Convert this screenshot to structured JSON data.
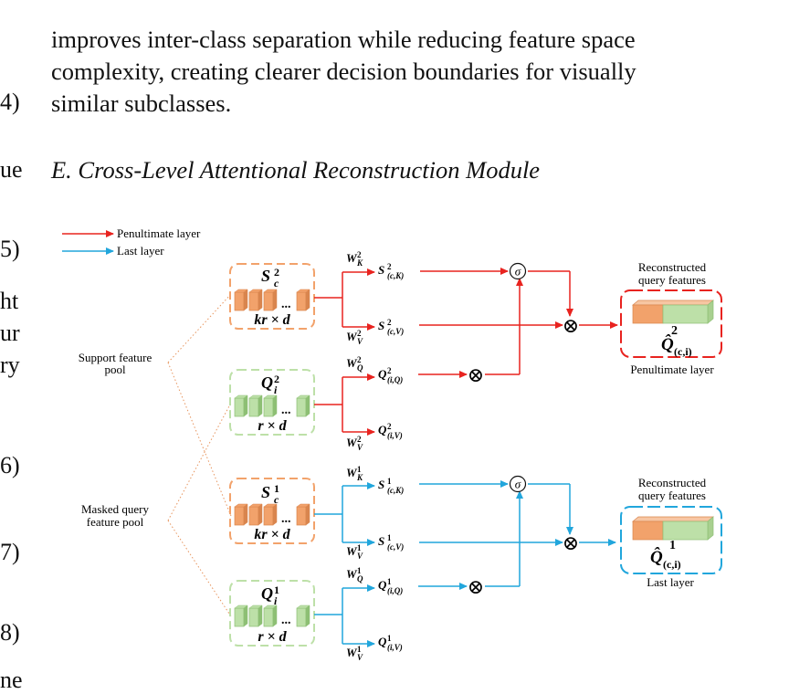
{
  "paragraph_lines": [
    "improves inter-class separation while reducing feature space",
    "complexity, creating clearer decision boundaries for visually",
    "similar subclasses."
  ],
  "section_heading": "E. Cross-Level Attentional Reconstruction Module",
  "left_column_fragments": [
    "4)",
    "ue",
    "5)",
    "ht",
    "ur",
    "ry",
    "6)",
    "7)",
    "8)",
    "ne"
  ],
  "figure": {
    "legend": {
      "penultimate": "Penultimate layer",
      "last": "Last layer"
    },
    "left_labels": {
      "support_pool": [
        "Support feature",
        "pool"
      ],
      "masked_pool": [
        "Masked query",
        "feature pool"
      ]
    },
    "boxes": {
      "sc2": {
        "sym": "S",
        "sub": "c",
        "sup": "2",
        "dim": "kr × d"
      },
      "qi2": {
        "sym": "Q",
        "sub": "i",
        "sup": "2",
        "dim": "r × d"
      },
      "sc1": {
        "sym": "S",
        "sub": "c",
        "sup": "1",
        "dim": "kr × d"
      },
      "qi1": {
        "sym": "Q",
        "sub": "i",
        "sup": "1",
        "dim": "r × d"
      }
    },
    "weights": {
      "wk2": {
        "sym": "W",
        "sub": "K",
        "sup": "2"
      },
      "wv2a": {
        "sym": "W",
        "sub": "V",
        "sup": "2"
      },
      "wq2": {
        "sym": "W",
        "sub": "Q",
        "sup": "2"
      },
      "wv2b": {
        "sym": "W",
        "sub": "V",
        "sup": "2"
      },
      "wk1": {
        "sym": "W",
        "sub": "K",
        "sup": "1"
      },
      "wv1a": {
        "sym": "W",
        "sub": "V",
        "sup": "1"
      },
      "wq1": {
        "sym": "W",
        "sub": "Q",
        "sup": "1"
      },
      "wv1b": {
        "sym": "W",
        "sub": "V",
        "sup": "1"
      }
    },
    "outputs": {
      "sck2": {
        "sym": "S",
        "sup": "2",
        "sub": "(c,K)"
      },
      "scv2": {
        "sym": "S",
        "sup": "2",
        "sub": "(c,V)"
      },
      "qiq2": {
        "sym": "Q",
        "sup": "2",
        "sub": "(i,Q)"
      },
      "qiv2": {
        "sym": "Q",
        "sup": "2",
        "sub": "(i,V)"
      },
      "sck1": {
        "sym": "S",
        "sup": "1",
        "sub": "(c,K)"
      },
      "scv1": {
        "sym": "S",
        "sup": "1",
        "sub": "(c,V)"
      },
      "qiq1": {
        "sym": "Q",
        "sup": "1",
        "sub": "(i,Q)"
      },
      "qiv1": {
        "sym": "Q",
        "sup": "1",
        "sub": "(i,V)"
      }
    },
    "operators": {
      "sigma": "σ",
      "times": "⊗",
      "ellipsis": "..."
    },
    "reconstructed": {
      "top_title": [
        "Reconstructed",
        "query features"
      ],
      "top_caption": "Penultimate layer",
      "top_symbol": {
        "sym": "Q̂",
        "sup": "2",
        "sub": "(c,i)"
      },
      "bottom_title": [
        "Reconstructed",
        "query features"
      ],
      "bottom_caption": "Last layer",
      "bottom_symbol": {
        "sym": "Q̂",
        "sup": "1",
        "sub": "(c,i)"
      }
    },
    "colors": {
      "red": "#e8231f",
      "blue": "#21a6dc",
      "orange": "#f2a26b",
      "orange_dark": "#d9854e",
      "green": "#bde0a8",
      "green_dark": "#8dbf74",
      "dotted": "#e7955e"
    }
  }
}
